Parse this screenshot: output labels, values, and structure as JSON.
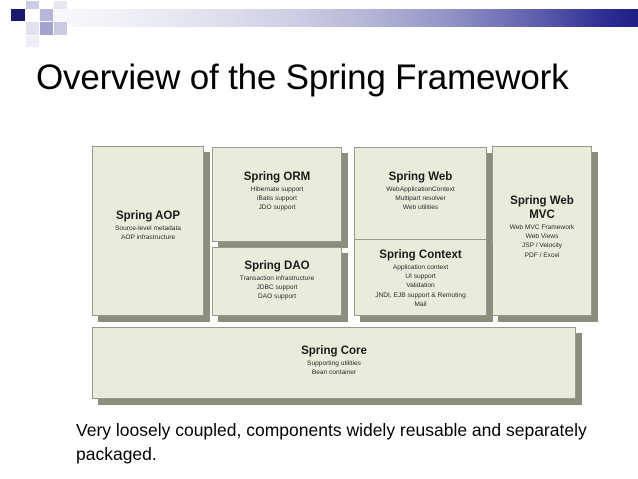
{
  "slide": {
    "title": "Overview of the Spring Framework",
    "caption": "Very loosely coupled, components widely reusable and separately packaged."
  },
  "decor": {
    "navy": "#191970",
    "mid": "#a3a3d0",
    "light": "#e8e8f3",
    "gradient_from": "#fbfbfd",
    "gradient_to": "#1f1f84"
  },
  "diagram": {
    "block_fill": "#e9ecdb",
    "block_border": "#9a9a8c",
    "block_shadow": "#8d8d7e",
    "blocks": [
      {
        "id": "spring-aop",
        "title": "Spring AOP",
        "lines": [
          "Source-level metadata",
          "AOP infrastructure"
        ]
      },
      {
        "id": "spring-orm",
        "title": "Spring ORM",
        "lines": [
          "Hibernate support",
          "iBatis support",
          "JDO support"
        ]
      },
      {
        "id": "spring-web",
        "title": "Spring Web",
        "lines": [
          "WebApplicationContext",
          "Multipart resolver",
          "Web utilities"
        ]
      },
      {
        "id": "spring-web-mvc",
        "title": "Spring Web MVC",
        "lines": [
          "Web MVC Framework",
          "Web Views",
          "JSP / Velocity",
          "PDF / Excel"
        ]
      },
      {
        "id": "spring-dao",
        "title": "Spring DAO",
        "lines": [
          "Transaction infrastructure",
          "JDBC support",
          "DAO support"
        ]
      },
      {
        "id": "spring-context",
        "title": "Spring Context",
        "lines": [
          "Application context",
          "UI support",
          "Validation",
          "JNDI, EJB support & Remoting",
          "Mail"
        ]
      },
      {
        "id": "spring-core",
        "title": "Spring Core",
        "lines": [
          "Supporting utilities",
          "Bean container"
        ]
      }
    ]
  }
}
